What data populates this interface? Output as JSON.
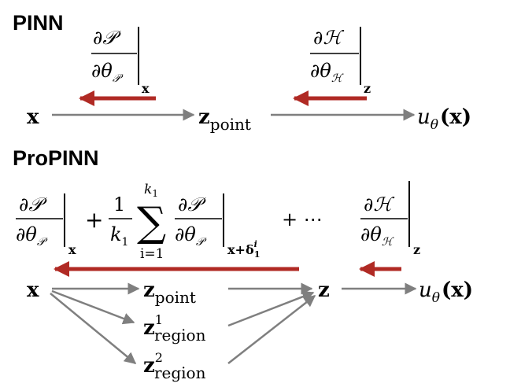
{
  "pinn": {
    "title": "PINN",
    "grad_p": {
      "num": "∂𝒫",
      "den_d": "∂θ",
      "den_sub": "𝒫",
      "eval": "x"
    },
    "grad_h": {
      "num": "∂ℋ",
      "den_d": "∂θ",
      "den_sub": "ℋ",
      "eval": "z"
    },
    "input": "x",
    "latent": "z",
    "latent_sub": "point",
    "output_fn": "u",
    "output_sub": "θ",
    "output_arg": "(x)"
  },
  "propinn": {
    "title": "ProPINN",
    "grad_p": {
      "num": "∂𝒫",
      "den_d": "∂θ",
      "den_sub": "𝒫",
      "eval": "x"
    },
    "plus": "+",
    "frac_one": {
      "num": "1",
      "den": "k",
      "den_sub": "1"
    },
    "sum": {
      "symbol": "∑",
      "upper": "k",
      "upper_sub": "1",
      "lower": "i=1"
    },
    "grad_p2": {
      "num": "∂𝒫",
      "den_d": "∂θ",
      "den_sub": "𝒫",
      "eval_base": "x+δ",
      "eval_sup": "i",
      "eval_sub": "1"
    },
    "ellipsis": "+ ⋯",
    "grad_h": {
      "num": "∂ℋ",
      "den_d": "∂θ",
      "den_sub": "ℋ",
      "eval": "z"
    },
    "input": "x",
    "z_point": "z",
    "z_point_sub": "point",
    "z_region1": "z",
    "z_region1_sup": "1",
    "z_region1_sub": "region",
    "z_region2": "z",
    "z_region2_sup": "2",
    "z_region2_sub": "region",
    "latent": "z",
    "output_fn": "u",
    "output_sub": "θ",
    "output_arg": "(x)"
  },
  "colors": {
    "gradient_arrow": "#b02a24",
    "forward_arrow": "#7f7f7f",
    "text": "#000000"
  }
}
